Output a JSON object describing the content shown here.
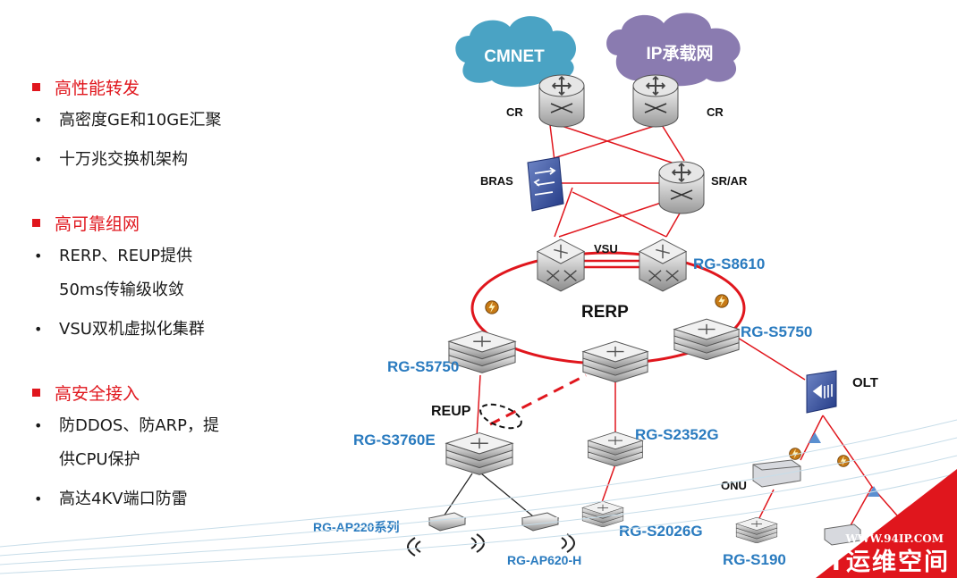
{
  "sections": [
    {
      "title": "高性能转发",
      "items": [
        "高密度GE和10GE汇聚",
        "十万兆交换机架构"
      ]
    },
    {
      "title": "高可靠组网",
      "items": [
        "RERP、REUP提供\n50ms传输级收敛",
        "VSU双机虚拟化集群"
      ]
    },
    {
      "title": "高安全接入",
      "items": [
        "防DDOS、防ARP，提\n供CPU保护",
        "高达4KV端口防雷"
      ]
    }
  ],
  "diagram": {
    "cloud_cmnet": "CMNET",
    "cloud_ip": "IP承载网",
    "cr_left": "CR",
    "cr_right": "CR",
    "bras": "BRAS",
    "sr_ar": "SR/AR",
    "vsu": "VSU",
    "rg_s8610": "RG-S8610",
    "rerp": "RERP",
    "rg_s5750_left": "RG-S5750",
    "rg_s5750_right": "RG-S5750",
    "olt": "OLT",
    "reup": "REUP",
    "rg_s3760e": "RG-S3760E",
    "rg_s2352g": "RG-S2352G",
    "onu": "ONU",
    "rg_ap220": "RG-AP220系列",
    "rg_ap620": "RG-AP620-H",
    "rg_s2026g": "RG-S2026G",
    "rg_s190": "RG-S190"
  },
  "watermark": {
    "url": "WWW.94IP.COM",
    "text": "IT运维空间"
  },
  "colors": {
    "accent_red": "#e0161d",
    "label_blue": "#2a7bbf",
    "cloud_teal": "#4aa3c4",
    "cloud_purple": "#8a7bb0"
  }
}
